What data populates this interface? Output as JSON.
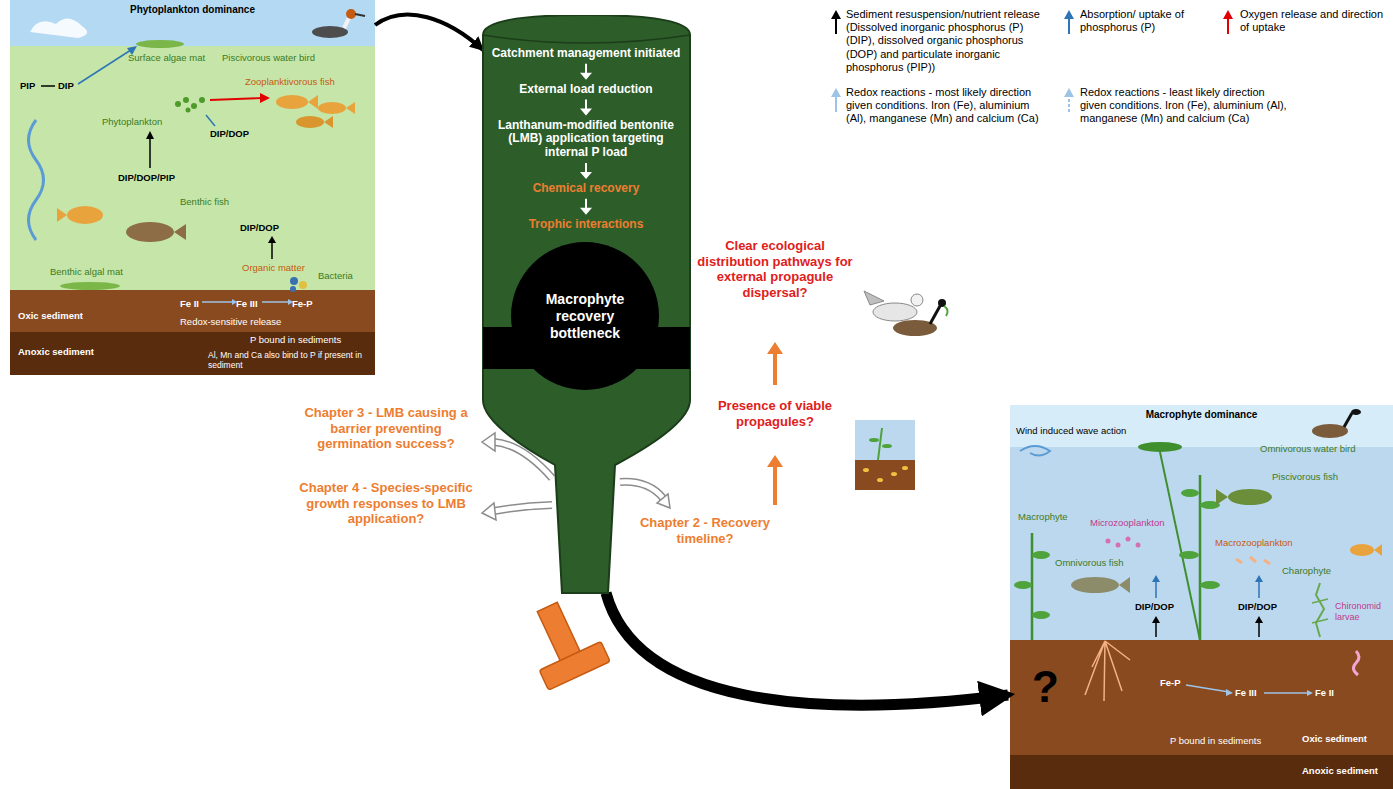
{
  "diagram": {
    "nodes": [
      {
        "text": [
          "Phytoplankton dominance",
          "Surface algae mat",
          "Piscivorous water bird",
          "PIP",
          "DIP",
          "Phytoplankton",
          "Zooplanktivorous fish",
          "DIP/DOP",
          "DIP/DOP/PIP",
          "Benthic fish",
          "DIP/DOP",
          "Organic matter",
          "Bacteria",
          "Benthic algal mat",
          "Oxic sediment",
          "Anoxic sediment",
          "Fe II",
          "Fe III",
          "Fe-P",
          "Redox-sensitive release",
          "P bound in sediments",
          "Al, Mn and Ca also bind to P if present in sediment"
        ]
      },
      {
        "text": [
          "Catchment management initiated",
          "External load reduction",
          "Lanthanum-modified bentonite (LMB) application targeting internal P load",
          "Chemical recovery",
          "Trophic interactions"
        ]
      },
      {
        "text": [
          "Macrophyte recovery bottleneck"
        ],
        "in": 1
      },
      {
        "text": [
          "Macrophyte dominance",
          "Wind induced wave action",
          "Omnivorous water bird",
          "Piscivorous fish",
          "Macrophyte",
          "Microzooplankton",
          "Omnivorous fish",
          "Macrozooplankton",
          "Charophyte",
          "DIP/DOP",
          "DIP/DOP",
          "Chironomid larvae",
          "Fe-P",
          "Fe III",
          "Fe II",
          "P bound in sediments",
          "Oxic sediment",
          "Anoxic sediment",
          "?"
        ]
      }
    ],
    "edges": [
      {
        "from": 0,
        "to": 1,
        "arrow": "to"
      },
      {
        "from": 1,
        "to": 3,
        "arrow": "to"
      }
    ],
    "labels": [
      "Clear ecological distribution pathways for external propagule dispersal?",
      "Presence of viable propagules?",
      "Chapter 3 - LMB causing a barrier preventing germination success?",
      "Chapter 4 - Species-specific growth responses to LMB application?",
      "Chapter 2 - Recovery timeline?"
    ],
    "legend": [
      {
        "text": "Sediment resuspension/nutrient release (Dissolved inorganic phosphorus (P) (DIP), dissolved organic phosphorus (DOP) and particulate inorganic phosphorus (PIP))"
      },
      {
        "text": "Absorption/ uptake of phosphorus (P)"
      },
      {
        "text": "Oxygen release and direction of uptake"
      },
      {
        "text": "Redox reactions - most likely direction given conditions. Iron (Fe), aluminium (Al), manganese (Mn) and calcium (Ca)"
      },
      {
        "text": "Redox reactions - least likely direction given conditions. Iron (Fe), aluminium (Al), manganese (Mn) and calcium (Ca)"
      }
    ]
  }
}
